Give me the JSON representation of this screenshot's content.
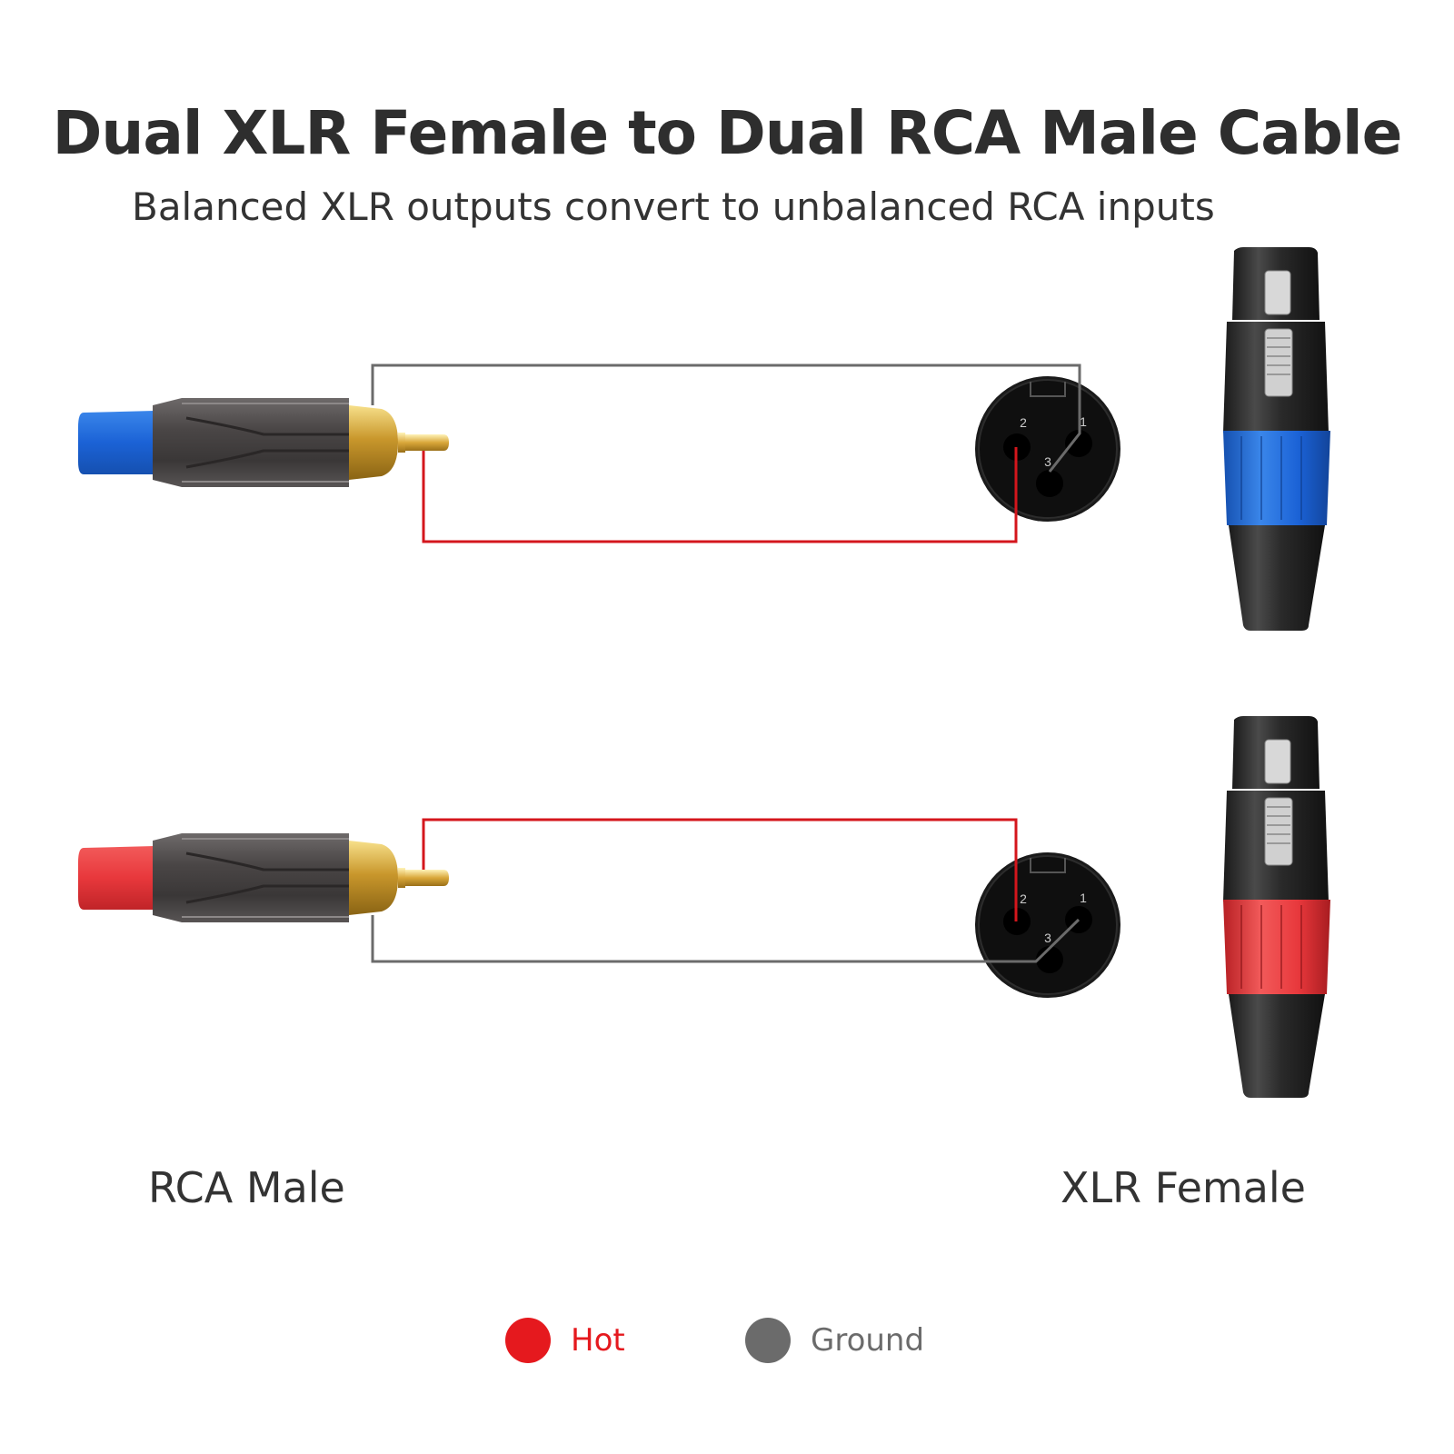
{
  "title": "Dual XLR Female to Dual RCA Male Cable",
  "subtitle": "Balanced XLR outputs convert to unbalanced RCA inputs",
  "labels": {
    "rca": "RCA Male",
    "xlr": "XLR Female"
  },
  "pins": {
    "p1": "1",
    "p2": "2",
    "p3": "3"
  },
  "legend": [
    {
      "label": "Hot",
      "color": "#e5191e"
    },
    {
      "label": "Ground",
      "color": "#6b6b6b"
    }
  ],
  "colors": {
    "hot_wire": "#d4161c",
    "ground_wire": "#6b6b6b",
    "blue_accent": "#1b62d6",
    "red_accent": "#e8383c"
  }
}
